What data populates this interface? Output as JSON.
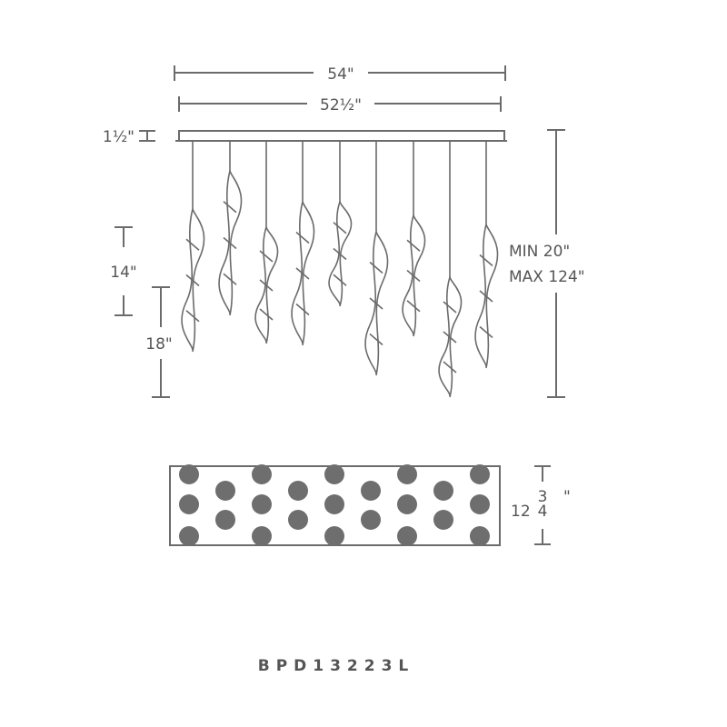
{
  "dimensions": {
    "overall_width": "54\"",
    "canopy_width": "52½\"",
    "canopy_height": "1½\"",
    "pendant_length_short": "14\"",
    "pendant_length_long": "18\"",
    "height_min": "MIN 20\"",
    "height_max": "MAX 124\"",
    "depth_whole": "12",
    "depth_fraction_num": "3",
    "depth_fraction_den": "4",
    "depth_unit": "\""
  },
  "model_number": "BPD13223L",
  "colors": {
    "line": "#6b6b6b",
    "dot": "#6e6e6e"
  }
}
